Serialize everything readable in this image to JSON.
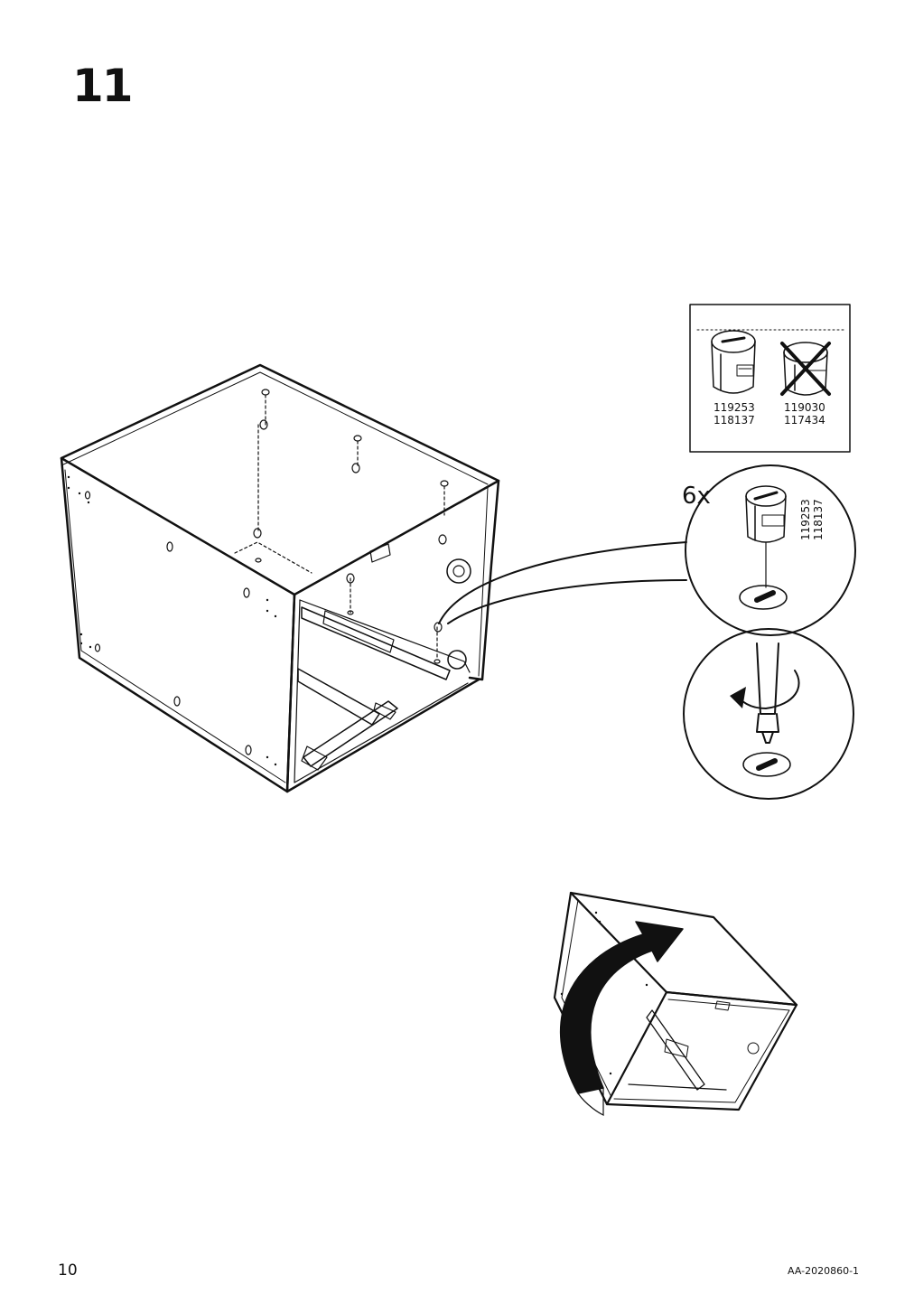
{
  "step": {
    "number": "11"
  },
  "footer": {
    "page_number": "10",
    "doc_code": "AA-2020860-1"
  },
  "parts_box": {
    "correct_part": {
      "codes": [
        "119253",
        "118137"
      ]
    },
    "wrong_part": {
      "codes": [
        "119030",
        "117434"
      ]
    }
  },
  "callout": {
    "quantity": "6x",
    "codes": [
      "119253",
      "118137"
    ]
  },
  "icons": [
    "cam-lock-fitting-icon",
    "crossed-out-icon",
    "rotate-arrow-icon",
    "flip-arrow-icon"
  ]
}
